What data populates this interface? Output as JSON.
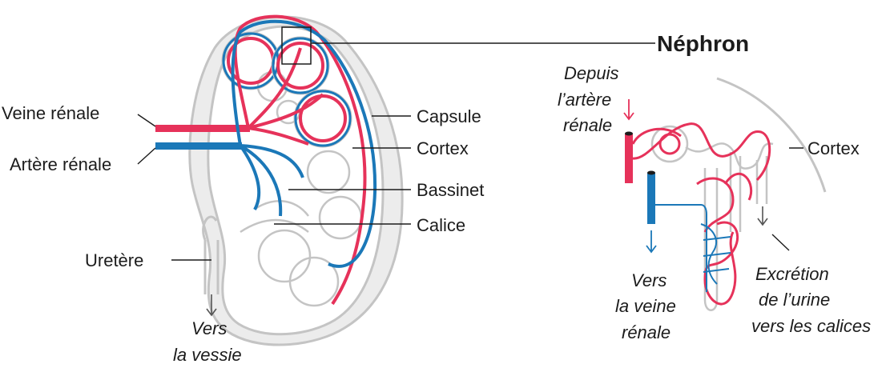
{
  "title": "Néphron",
  "kidney_labels": {
    "veine_renale": "Veine rénale",
    "artere_renale": "Artère rénale",
    "capsule": "Capsule",
    "cortex": "Cortex",
    "bassinet": "Bassinet",
    "calice": "Calice",
    "uretere": "Uretère",
    "vers_vessie_line1": "Vers",
    "vers_vessie_line2": "la vessie"
  },
  "nephron_labels": {
    "depuis_line1": "Depuis",
    "depuis_line2": "l’artère",
    "depuis_line3": "rénale",
    "cortex": "Cortex",
    "vers_veine_line1": "Vers",
    "vers_veine_line2": "la veine",
    "vers_veine_line3": "rénale",
    "excretion_line1": "Excrétion",
    "excretion_line2": "de l’urine",
    "excretion_line3": "vers les calices"
  },
  "colors": {
    "vein": "#e6325a",
    "artery": "#1b78b8",
    "tissue": "#c4c4c4",
    "text": "#1c1c1c"
  }
}
